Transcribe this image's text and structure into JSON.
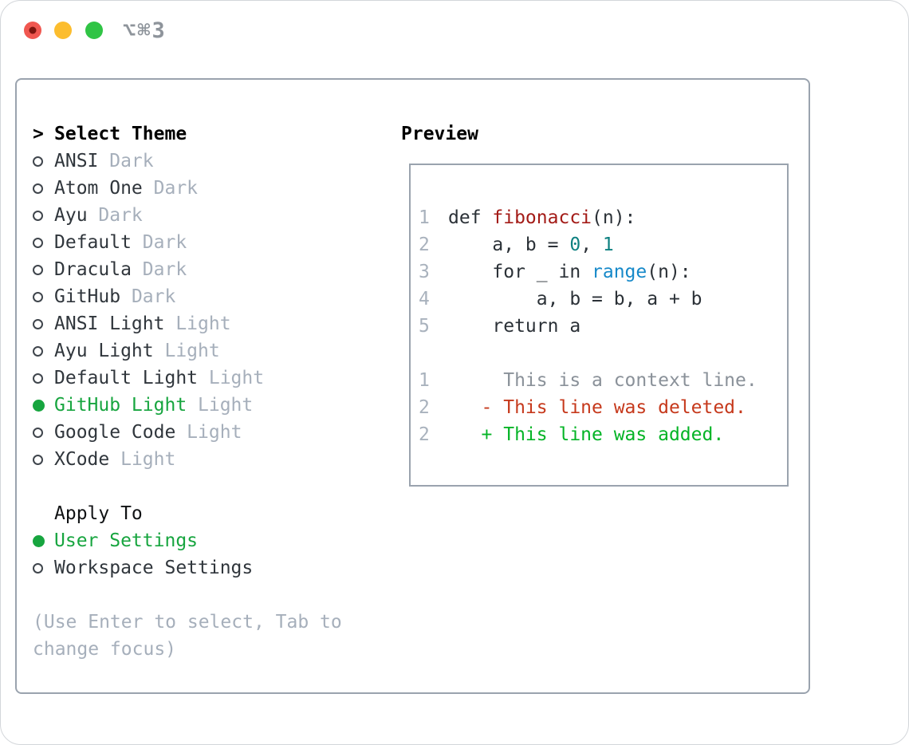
{
  "window": {
    "shortcut_label": "⌥⌘3",
    "traffic_lights": [
      {
        "name": "close-button",
        "color_key": "traffic_red",
        "has_dot": true
      },
      {
        "name": "minimize-button",
        "color_key": "traffic_yellow",
        "has_dot": false
      },
      {
        "name": "zoom-button",
        "color_key": "traffic_green",
        "has_dot": false
      }
    ]
  },
  "theme_picker": {
    "prompt_char": ">",
    "title": "Select Theme",
    "items": [
      {
        "name": "ANSI",
        "tag": "Dark",
        "selected": false
      },
      {
        "name": "Atom One",
        "tag": "Dark",
        "selected": false
      },
      {
        "name": "Ayu",
        "tag": "Dark",
        "selected": false
      },
      {
        "name": "Default",
        "tag": "Dark",
        "selected": false
      },
      {
        "name": "Dracula",
        "tag": "Dark",
        "selected": false
      },
      {
        "name": "GitHub",
        "tag": "Dark",
        "selected": false
      },
      {
        "name": "ANSI Light",
        "tag": "Light",
        "selected": false
      },
      {
        "name": "Ayu Light",
        "tag": "Light",
        "selected": false
      },
      {
        "name": "Default Light",
        "tag": "Light",
        "selected": false
      },
      {
        "name": "GitHub Light",
        "tag": "Light",
        "selected": true
      },
      {
        "name": "Google Code",
        "tag": "Light",
        "selected": false
      },
      {
        "name": "XCode",
        "tag": "Light",
        "selected": false
      }
    ],
    "apply_to": {
      "title": "Apply To",
      "options": [
        {
          "name": "User Settings",
          "selected": true
        },
        {
          "name": "Workspace Settings",
          "selected": false
        }
      ]
    },
    "hint": "(Use Enter to select, Tab to change focus)"
  },
  "preview": {
    "title": "Preview",
    "lines": [
      {
        "num": "1",
        "tokens": [
          {
            "t": "def ",
            "c": "code"
          },
          {
            "t": "fibonacci",
            "c": "func"
          },
          {
            "t": "(n):",
            "c": "code"
          }
        ]
      },
      {
        "num": "2",
        "tokens": [
          {
            "t": "    a, b = ",
            "c": "code"
          },
          {
            "t": "0",
            "c": "num"
          },
          {
            "t": ", ",
            "c": "code"
          },
          {
            "t": "1",
            "c": "num"
          }
        ]
      },
      {
        "num": "3",
        "tokens": [
          {
            "t": "    for _ in ",
            "c": "code"
          },
          {
            "t": "range",
            "c": "builtin"
          },
          {
            "t": "(n):",
            "c": "code"
          }
        ]
      },
      {
        "num": "4",
        "tokens": [
          {
            "t": "        a, b = b, a + b",
            "c": "code"
          }
        ]
      },
      {
        "num": "5",
        "tokens": [
          {
            "t": "    return a",
            "c": "code"
          }
        ]
      },
      {
        "num": "",
        "tokens": []
      },
      {
        "num": "1",
        "tokens": [
          {
            "t": "     This is a context line.",
            "c": "context"
          }
        ]
      },
      {
        "num": "2",
        "tokens": [
          {
            "t": "   - This line was deleted.",
            "c": "deleted"
          }
        ]
      },
      {
        "num": "2",
        "tokens": [
          {
            "t": "   + This line was added.",
            "c": "added"
          }
        ]
      }
    ]
  },
  "colors": {
    "accent_green": "#17a53f",
    "added_green": "#04b426",
    "deleted_red": "#c6391c",
    "func_red": "#a31b17",
    "number_teal": "#0d8080",
    "builtin_blue": "#1689c9",
    "code_text": "#2b3137",
    "label_text": "#30363c",
    "muted_gray": "#a6afbb",
    "context_gray": "#8a9199",
    "linenum_gray": "#a9b2bd",
    "border_gray": "#9aa3ae",
    "shortcut_gray": "#8e949b",
    "traffic_red": "#f05750",
    "traffic_red_dot": "#7d150e",
    "traffic_yellow": "#fcbd2e",
    "traffic_green": "#30c445"
  }
}
